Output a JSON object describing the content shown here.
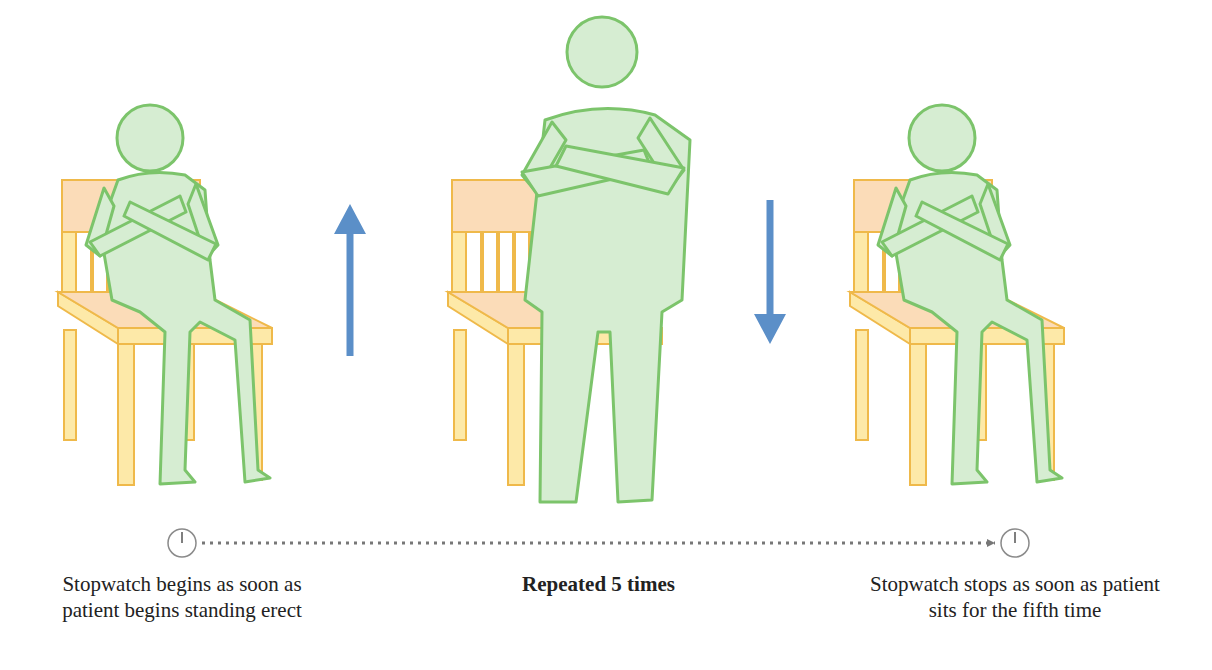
{
  "diagram": {
    "nodes": [
      {
        "text": [
          "Stopwatch begins as soon as patient begins standing erect"
        ]
      },
      {
        "text": [
          "Stopwatch stops as soon as patient sits for the fifth time"
        ]
      }
    ],
    "edges": [
      {
        "from": 0,
        "to": 1,
        "arrow": "to",
        "label": "Repeated 5 times"
      }
    ]
  }
}
